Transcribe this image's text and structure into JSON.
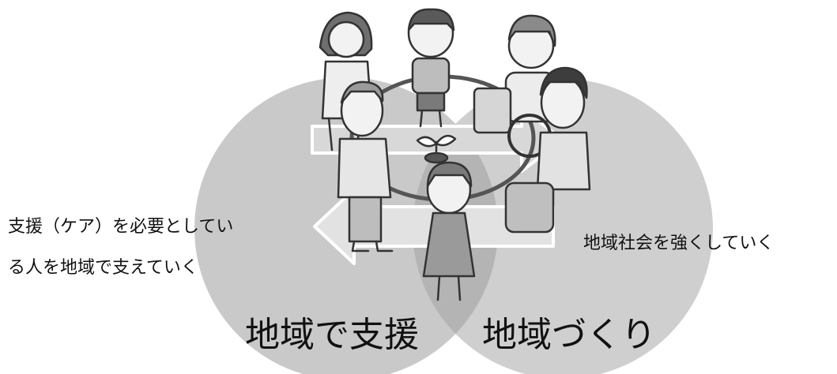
{
  "circles": {
    "left": {
      "title": "地域で支援",
      "description_lines": [
        "支援（ケア）を必要としてい",
        "る人を地域で支えていく"
      ],
      "color": "#c9c9c9"
    },
    "right": {
      "title": "地域づくり",
      "description": "地域社会を強くしていく",
      "color": "#cfcfcf"
    },
    "overlap_color": "#b4b4b4"
  },
  "arrows": {
    "to_right_color": "#d8d8d8",
    "to_left_color": "#e2e2e2",
    "outline_color": "#ffffff"
  },
  "illustration": {
    "subject": "people holding hands in a circle around a sprout",
    "icon": "community-circle-illustration"
  }
}
